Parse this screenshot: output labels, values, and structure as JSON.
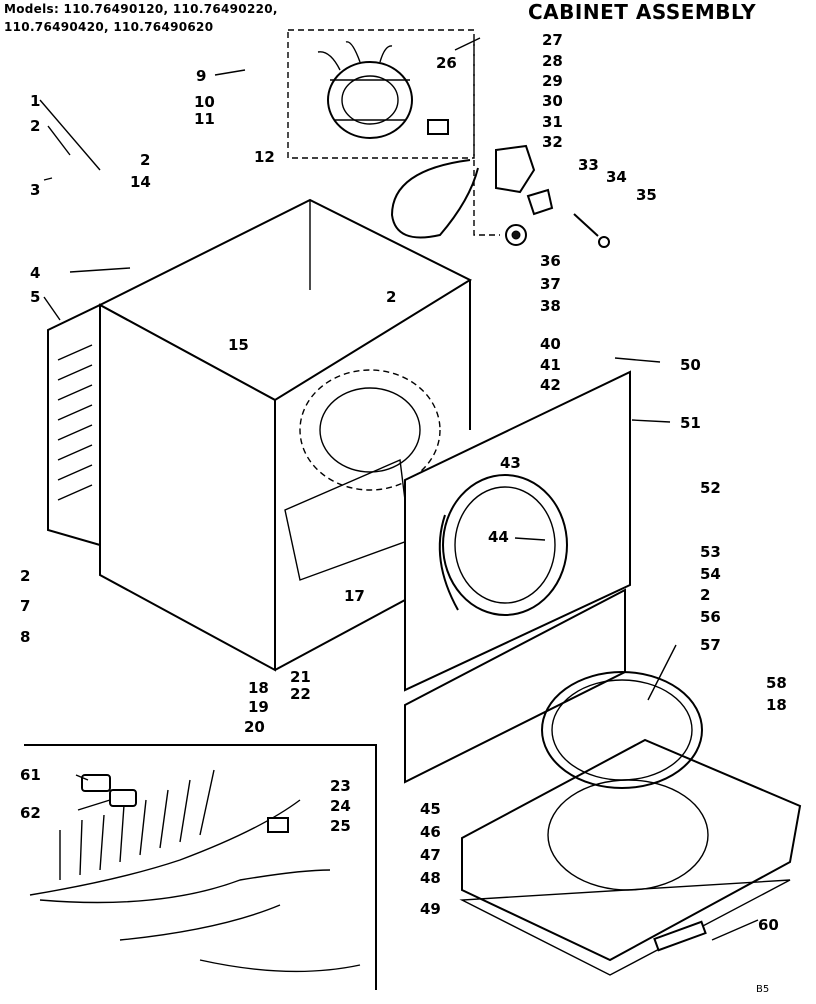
{
  "header": {
    "models_line1": "Models: 110.76490120, 110.76490220,",
    "models_line2": "110.76490420, 110.76490620",
    "title": "CABINET ASSEMBLY"
  },
  "footer": {
    "page_code": "B5"
  },
  "callouts": [
    "1",
    "2",
    "3",
    "4",
    "5",
    "2",
    "7",
    "8",
    "9",
    "10",
    "11",
    "2",
    "12",
    "14",
    "15",
    "17",
    "18",
    "19",
    "20",
    "21",
    "22",
    "23",
    "24",
    "25",
    "26",
    "27",
    "28",
    "29",
    "30",
    "31",
    "32",
    "33",
    "34",
    "35",
    "36",
    "37",
    "2",
    "38",
    "40",
    "41",
    "42",
    "43",
    "44",
    "50",
    "51",
    "52",
    "53",
    "54",
    "2",
    "56",
    "57",
    "58",
    "18",
    "45",
    "46",
    "47",
    "48",
    "49",
    "60",
    "61",
    "62"
  ]
}
